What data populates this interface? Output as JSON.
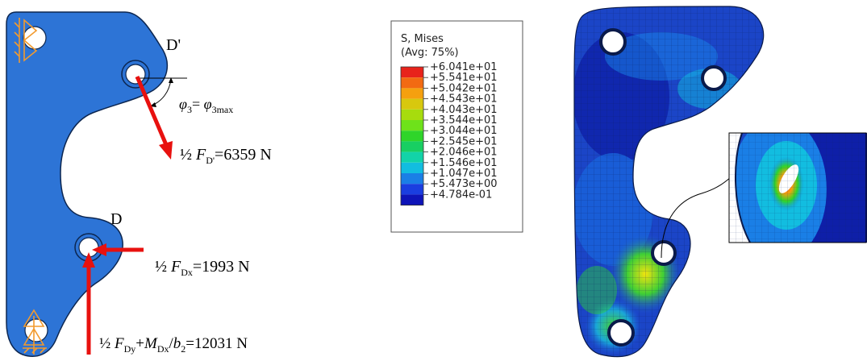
{
  "left_panel": {
    "point_d_prime": "D'",
    "point_d": "D",
    "angle_label": {
      "phi": "φ",
      "sub3": "3",
      "eq": "= ",
      "phi2": "φ",
      "sub3max": "3max"
    },
    "force_fd": {
      "half": "½ ",
      "F": "F",
      "sub": "D'",
      "value": "=6359 N"
    },
    "force_fdx": {
      "half": "½ ",
      "F": "F",
      "sub": "Dx",
      "value": "=1993 N"
    },
    "force_fdy": {
      "half": "½ ",
      "F": "F",
      "sub": "Dy",
      "plus": "+",
      "M": "M",
      "subM": "Dx",
      "slash": "/",
      "b": "b",
      "subb": "2",
      "value": "=12031 N"
    }
  },
  "legend": {
    "title_line1": "S, Mises",
    "title_line2": "(Avg: 75%)",
    "levels": [
      "+6.041e+01",
      "+5.541e+01",
      "+5.042e+01",
      "+4.543e+01",
      "+4.043e+01",
      "+3.544e+01",
      "+3.044e+01",
      "+2.545e+01",
      "+2.046e+01",
      "+1.546e+01",
      "+1.047e+01",
      "+5.473e+00",
      "+4.784e-01"
    ],
    "colors": [
      "#e8231b",
      "#f26a12",
      "#f5a00f",
      "#d8c80e",
      "#a7dc0d",
      "#6ee21a",
      "#2fd52a",
      "#18cf62",
      "#12d3a8",
      "#12bde0",
      "#1a7fe6",
      "#1a3ee0",
      "#0e14b8"
    ]
  },
  "colors": {
    "part_blue": "#2d74d6",
    "force_red": "#e8110f",
    "constraint_orange": "#f29a2e",
    "mesh_dark": "#0b3a8e"
  }
}
